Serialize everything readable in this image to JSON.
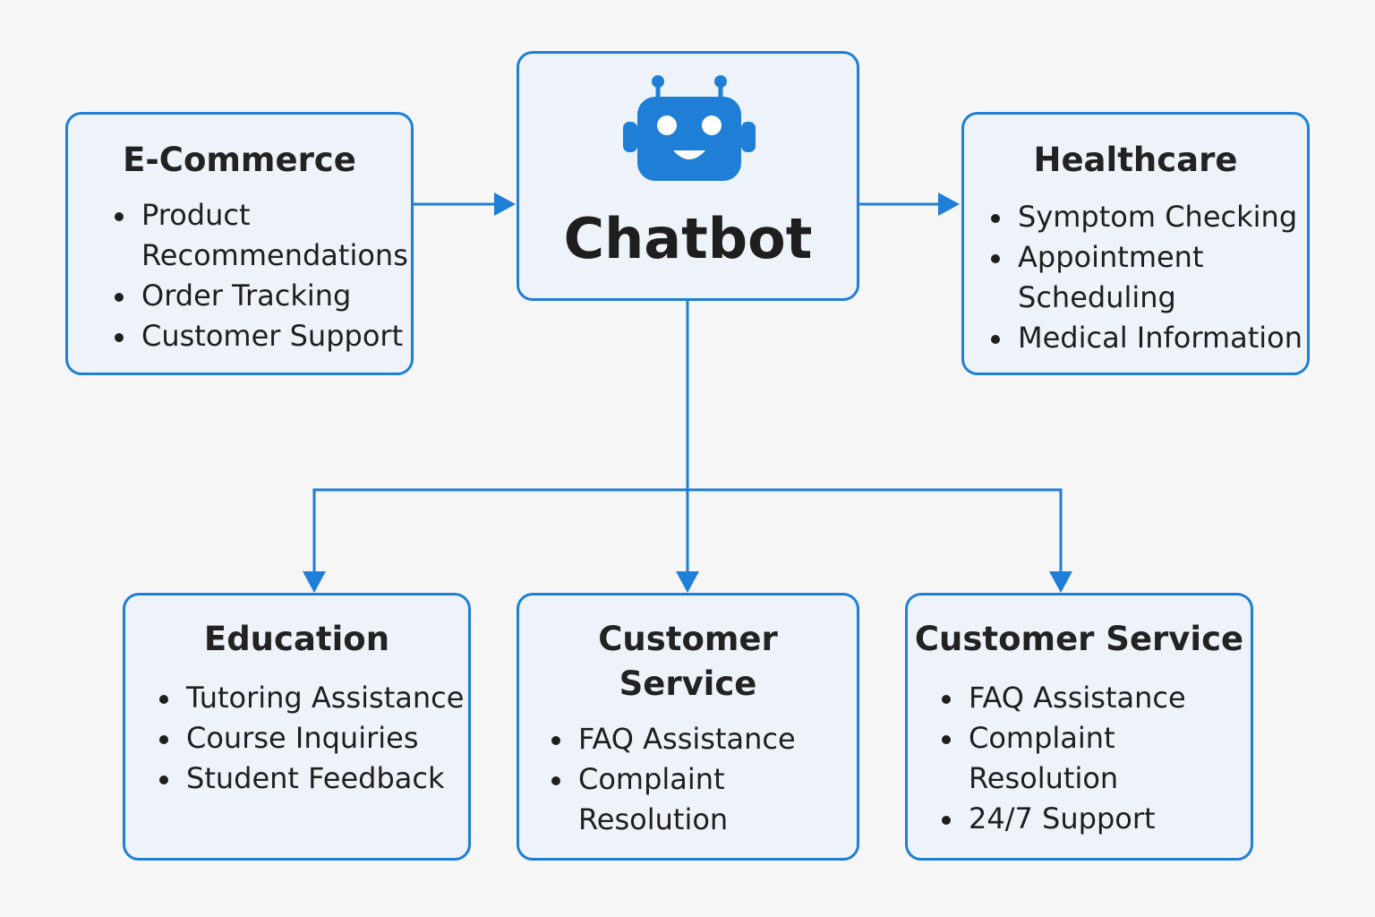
{
  "center": {
    "title": "Chatbot",
    "icon": "robot-icon"
  },
  "colors": {
    "accent": "#1f7fd6",
    "box_fill": "#eef3f9",
    "background": "#f6f6f6"
  },
  "boxes": {
    "ecommerce": {
      "title": "E-Commerce",
      "items": [
        "Product",
        "Recommendations",
        "Order Tracking",
        "Customer Support"
      ]
    },
    "healthcare": {
      "title": "Healthcare",
      "items": [
        "Symptom Checking",
        "Appointment",
        "Scheduling",
        "Medical Information"
      ]
    },
    "education": {
      "title": "Education",
      "items": [
        "Tutoring Assistance",
        "Course Inquiries",
        "Student Feedback"
      ]
    },
    "customer_service_a": {
      "title_line1": "Customer",
      "title_line2": "Service",
      "items": [
        "FAQ Assistance",
        "Complaint",
        "Resolution"
      ]
    },
    "customer_service_b": {
      "title": "Customer Service",
      "items": [
        "FAQ Assistance",
        "Complaint",
        "Resolution",
        "24/7 Support"
      ]
    }
  }
}
